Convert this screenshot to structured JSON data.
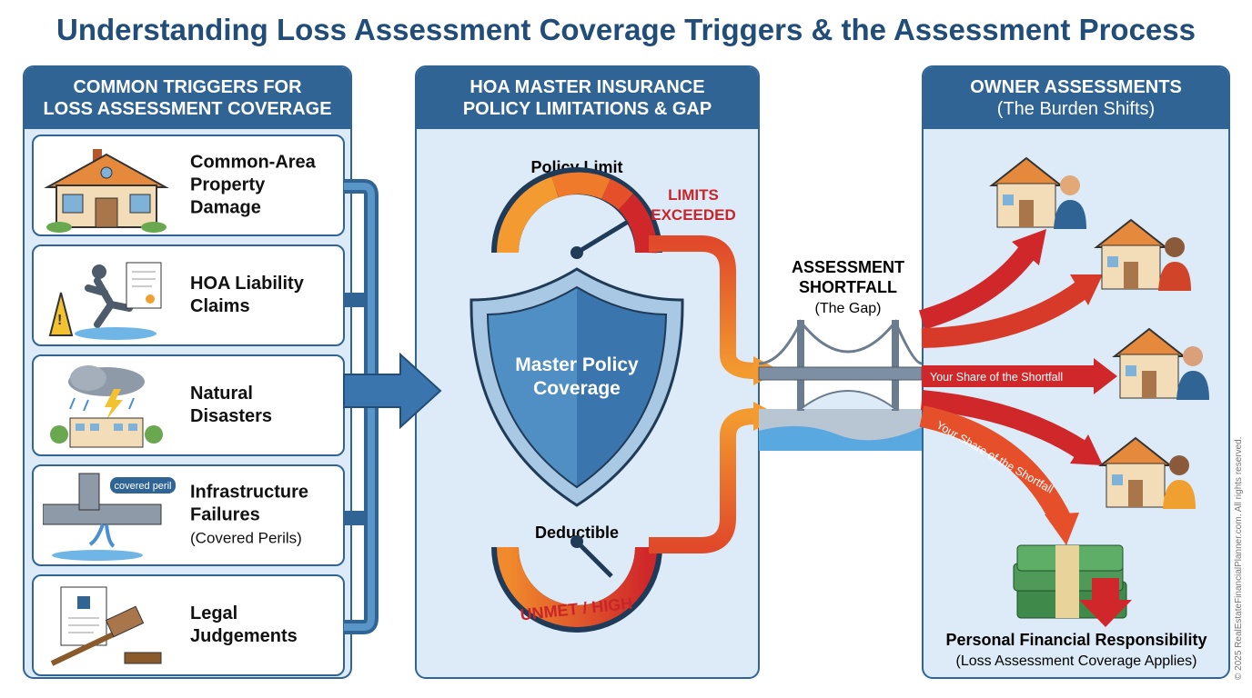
{
  "title": "Understanding Loss Assessment Coverage Triggers & the Assessment Process",
  "left_panel": {
    "header_line1": "COMMON TRIGGERS FOR",
    "header_line2": "LOSS ASSESSMENT COVERAGE",
    "items": [
      {
        "line1": "Common-Area",
        "line2": "Property",
        "line3": "Damage",
        "icon": "damaged-clubhouse-icon"
      },
      {
        "line1": "HOA Liability",
        "line2": "Claims",
        "icon": "slip-and-fall-icon"
      },
      {
        "line1": "Natural",
        "line2": "Disasters",
        "icon": "storm-icon"
      },
      {
        "line1": "Infrastructure",
        "line2": "Failures",
        "note": "(Covered Perils)",
        "tag": "covered peril",
        "icon": "burst-pipe-icon"
      },
      {
        "line1": "Legal",
        "line2": "Judgements",
        "icon": "gavel-icon"
      }
    ]
  },
  "middle_panel": {
    "header_line1": "HOA MASTER INSURANCE",
    "header_line2": "POLICY LIMITATIONS & GAP",
    "policy_limit": "Policy Limit",
    "limits_exceeded_1": "LIMITS",
    "limits_exceeded_2": "EXCEEDED",
    "shield_line1": "Master Policy",
    "shield_line2": "Coverage",
    "deductible": "Deductible",
    "unmet": "UNMET / HIGH"
  },
  "gap": {
    "line1": "ASSESSMENT",
    "line2": "SHORTFALL",
    "line3": "(The Gap)"
  },
  "right_panel": {
    "header_line1": "OWNER ASSESSMENTS",
    "header_line2": "(The Burden Shifts)",
    "arrow_label": "Your Share of the Shortfall",
    "arrow_label_2": "Your Share of the Shortfall",
    "footer_line1": "Personal Financial Responsibility",
    "footer_line2": "(Loss Assessment Coverage Applies)"
  },
  "copyright": "© 2025 RealEstateFinancialPlanner.com. All rights reserved.",
  "colors": {
    "navy": "#2f6494",
    "panel_bg": "#dcebf7",
    "title": "#214d78",
    "red": "#d0282a",
    "orange": "#f08a2c"
  }
}
